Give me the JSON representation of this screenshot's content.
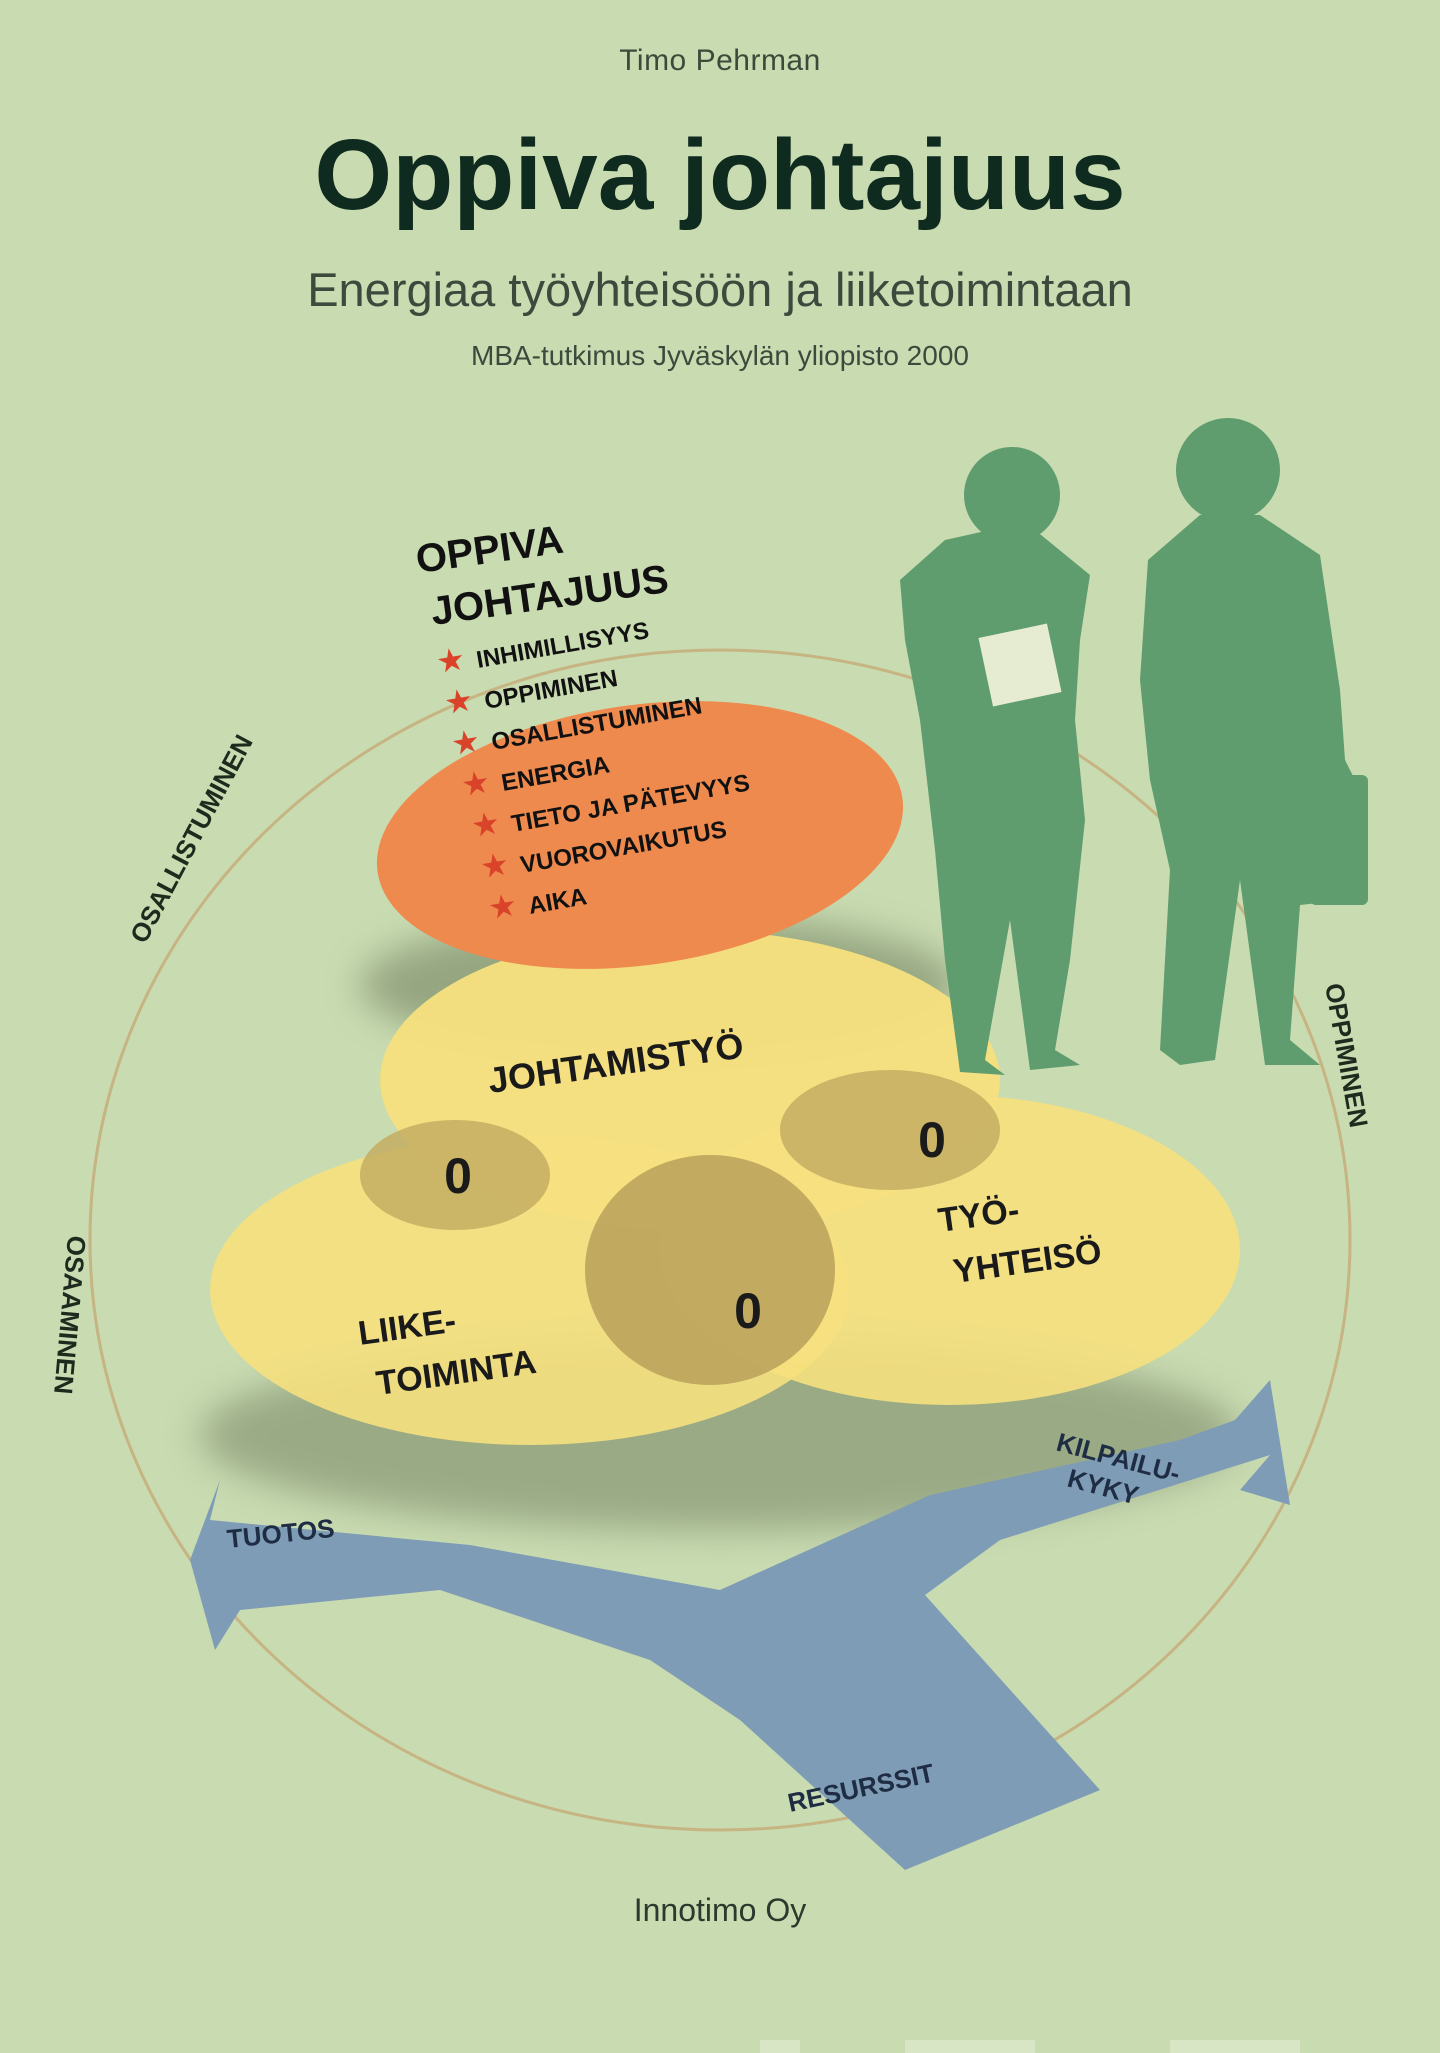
{
  "cover": {
    "author": "Timo Pehrman",
    "title": "Oppiva johtajuus",
    "subtitle": "Energiaa työyhteisöön ja liiketoimintaan",
    "tagline": "MBA-tutkimus Jyväskylän yliopisto 2000",
    "publisher": "Innotimo Oy"
  },
  "diagram": {
    "heading_line1": "OPPIVA",
    "heading_line2": "JOHTAJUUS",
    "qualities": [
      "INHIMILLISYYS",
      "OPPIMINEN",
      "OSALLISTUMINEN",
      "ENERGIA",
      "TIETO JA PÄTEVYYS",
      "VUOROVAIKUTUS",
      "AIKA"
    ],
    "circle_labels": {
      "left_top": "OSALLISTUMINEN",
      "right": "OPPIMINEN",
      "left": "OSAAMINEN"
    },
    "ellipses": {
      "top": "JOHTAMISTYÖ",
      "left_line1": "LIIKE-",
      "left_line2": "TOIMINTA",
      "right_line1": "TYÖ-",
      "right_line2": "YHTEISÖ"
    },
    "intersections": [
      "0",
      "0",
      "0"
    ],
    "arrows": {
      "left": "TUOTOS",
      "right_line1": "KILPAILU-",
      "right_line2": "KYKY",
      "bottom": "RESURSSIT"
    }
  },
  "colors": {
    "background": "#c9dbb1",
    "orange_ellipse": "#ee8a4e",
    "yellow_ellipse": "#f6e07e",
    "overlap": "#c4ad62",
    "arrow_blue": "#7f9cb6",
    "silhouette": "#5f9c6e",
    "star": "#d9432a"
  }
}
